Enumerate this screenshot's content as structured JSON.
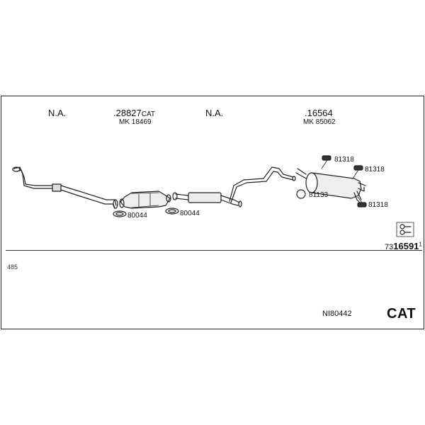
{
  "header_parts": [
    {
      "code": "N.A.",
      "sub": ""
    },
    {
      "code": ".28827",
      "suffix": "CAT",
      "sub": "MK 18469"
    },
    {
      "code": "N.A.",
      "sub": ""
    },
    {
      "code": ".16564",
      "sub": "MK 85062"
    }
  ],
  "callouts": {
    "gasket1": "80044",
    "gasket2": "80044",
    "ring": "81133",
    "hanger_top": "81318",
    "hanger_right": "81318",
    "hanger_bottom": "81318"
  },
  "reference": {
    "prefix": "73",
    "number": "16591",
    "suffix": "1"
  },
  "length_note": "485",
  "set_number": "NI80442",
  "badge": "CAT"
}
